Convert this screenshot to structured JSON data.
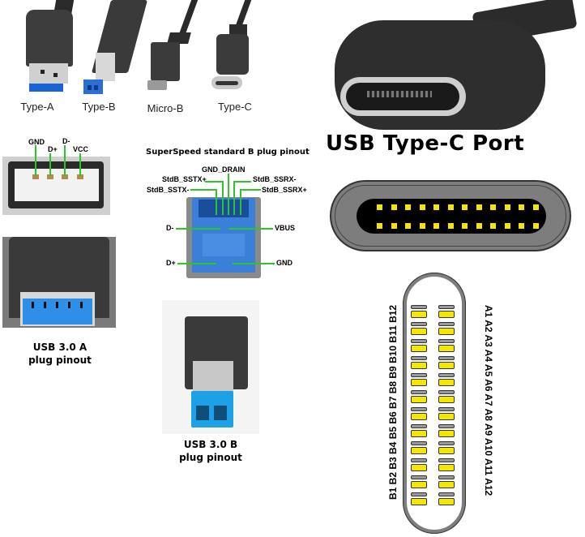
{
  "top_connectors": {
    "items": [
      {
        "label": "Type-A",
        "tip_color": "#1a63d6"
      },
      {
        "label": "Type-B",
        "tip_color": "#2a6fd6"
      },
      {
        "label": "Micro-B",
        "tip_color": "#9a9a9a"
      },
      {
        "label": "Type-C",
        "tip_color": "#c8c8c8"
      }
    ]
  },
  "usb_a_receptacle": {
    "pins": [
      "GND",
      "D+",
      "D-",
      "VCC"
    ]
  },
  "superspeed_b": {
    "title": "SuperSpeed standard B plug pinout",
    "top_pins": {
      "center": "GND_DRAIN",
      "left_upper": "StdB_SSTX+",
      "left_lower": "StdB_SSTX-",
      "right_upper": "StdB_SSRX-",
      "right_lower": "StdB_SSRX+"
    },
    "left_pins": [
      "D-",
      "D+"
    ],
    "right_pins": [
      "VBUS",
      "GND"
    ]
  },
  "usb30a": {
    "caption_line1": "USB 3.0 A",
    "caption_line2": "plug pinout"
  },
  "usb30b": {
    "caption_line1": "USB 3.0 B",
    "caption_line2": "plug pinout"
  },
  "type_c": {
    "title": "USB Type-C Port",
    "pin_color": "#f5e600",
    "shell_color": "#7a7a7a",
    "pins_per_row": 12,
    "b_row_label": "B1 B2 B3 B4 B5 B6 B7 B8 B9 B10 B11 B12",
    "a_row_label": "A1 A2 A3 A4 A5 A6 A7 A8 A9 A10 A11 A12"
  }
}
